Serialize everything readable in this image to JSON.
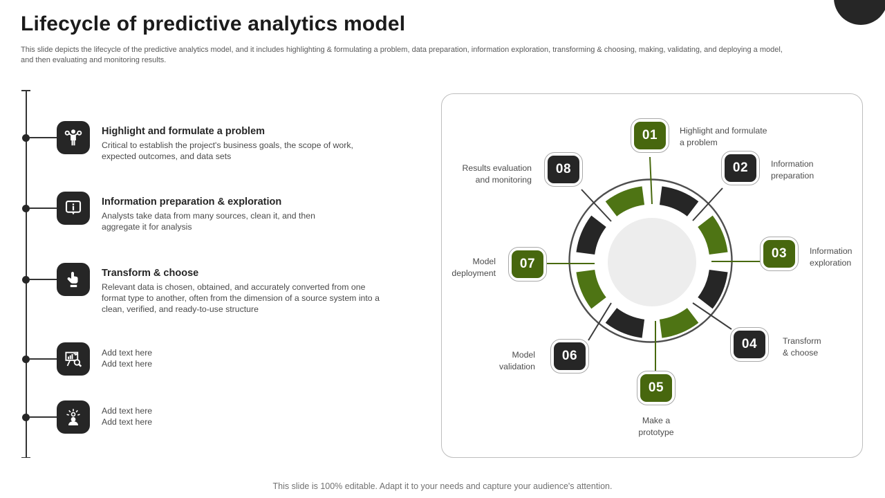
{
  "slide": {
    "title": "Lifecycle of predictive analytics model",
    "subtitle": "This slide depicts the lifecycle of the predictive analytics model, and it includes highlighting & formulating a problem, data preparation, information exploration, transforming & choosing, making, validating, and deploying a model,\nand then evaluating and monitoring results.",
    "footer": "This slide is 100% editable. Adapt it to your needs and capture your audience's attention."
  },
  "colors": {
    "green_box": "#47670e",
    "green_arc": "#4e7414",
    "dark": "#262626",
    "ring_outline": "#4f4f4f",
    "inner_circle": "#ededed",
    "panel_border": "#bdbdbd"
  },
  "timeline": {
    "items": [
      {
        "icon": "balance-person-icon",
        "title": "Highlight and formulate a problem",
        "body": "Critical to establish the project's business goals, the scope of work,\nexpected outcomes, and data sets"
      },
      {
        "icon": "info-speech-bubble-icon",
        "title": "Information preparation & exploration",
        "body": "Analysts take data from many sources, clean it, and then\naggregate  it for  analysis"
      },
      {
        "icon": "pointing-hand-icon",
        "title": "Transform & choose",
        "body": "Relevant  data is chosen, obtained,  and accurately converted  from one\nformat type to another, often from the dimension  of a source system into a\nclean, verified,  and ready-to-use  structure"
      },
      {
        "icon": "presentation-analysis-icon",
        "title": "",
        "body": "Add text here\nAdd text here"
      },
      {
        "icon": "idea-person-icon",
        "title": "",
        "body": "Add text here\nAdd text here"
      }
    ]
  },
  "cycle": {
    "ring_segments": [
      "dark",
      "green",
      "dark",
      "green",
      "dark",
      "green",
      "dark",
      "green"
    ],
    "steps": [
      {
        "num": "01",
        "color": "green",
        "label": "Highlight and formulate\na problem"
      },
      {
        "num": "02",
        "color": "dark",
        "label": "Information\npreparation"
      },
      {
        "num": "03",
        "color": "green",
        "label": "Information\nexploration"
      },
      {
        "num": "04",
        "color": "dark",
        "label": "Transform\n& choose"
      },
      {
        "num": "05",
        "color": "green",
        "label": "Make a\nprototype"
      },
      {
        "num": "06",
        "color": "dark",
        "label": "Model\nvalidation"
      },
      {
        "num": "07",
        "color": "green",
        "label": "Model\ndeployment"
      },
      {
        "num": "08",
        "color": "dark",
        "label": "Results evaluation\nand monitoring"
      }
    ]
  }
}
